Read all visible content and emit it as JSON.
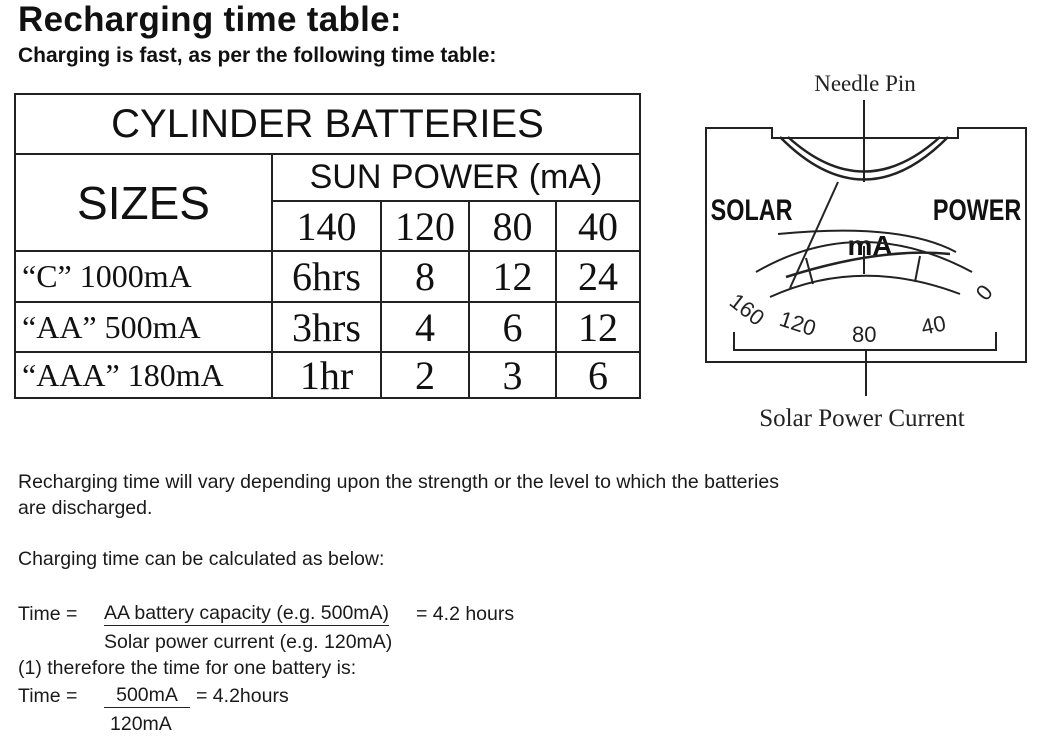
{
  "heading": {
    "title": "Recharging time table:",
    "subtitle": "Charging is fast, as per the following time table:"
  },
  "table": {
    "group_header": "CYLINDER BATTERIES",
    "sizes_header": "SIZES",
    "sun_power_header": "SUN POWER (mA)",
    "columns": [
      "140",
      "120",
      "80",
      "40"
    ],
    "rows": [
      {
        "size": "“C” 1000mA",
        "values": [
          "6hrs",
          "8",
          "12",
          "24"
        ]
      },
      {
        "size": "“AA” 500mA",
        "values": [
          "3hrs",
          "4",
          "6",
          "12"
        ]
      },
      {
        "size": "“AAA” 180mA",
        "values": [
          "1hr",
          "2",
          "3",
          "6"
        ]
      }
    ]
  },
  "meter": {
    "needle_label": "Needle Pin",
    "left_label": "SOLAR",
    "right_label": "POWER",
    "unit_label": "mA",
    "scale": [
      "160",
      "120",
      "80",
      "40",
      "0"
    ],
    "current_label": "Solar Power Current"
  },
  "notes": {
    "line1": "Recharging time will vary depending upon the strength or the level to which the batteries",
    "line2": "are discharged.",
    "line3": "Charging time can be calculated as below:",
    "formula1_prefix": "Time =",
    "formula1_numerator": "AA battery capacity (e.g. 500mA)",
    "formula1_result": "= 4.2 hours",
    "formula1_denominator": "Solar power current (e.g. 120mA)",
    "line4": "(1) therefore the time for one battery is:",
    "formula2_prefix": "Time =",
    "formula2_numerator": "500mA",
    "formula2_result": "= 4.2hours",
    "formula2_denominator": "120mA"
  }
}
